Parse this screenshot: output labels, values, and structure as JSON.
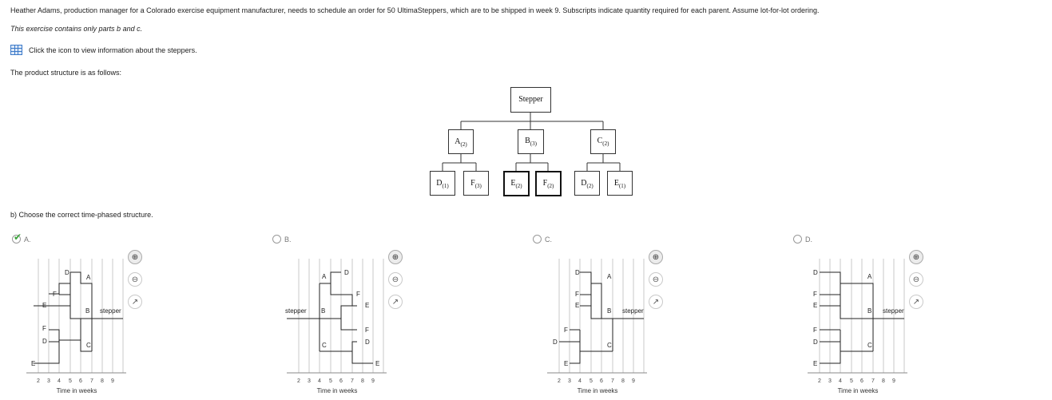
{
  "intro": "Heather Adams, production manager for a Colorado exercise equipment manufacturer, needs to schedule an order for 50 UltimaSteppers, which are to be shipped in week 9. Subscripts indicate quantity required for each parent. Assume lot-for-lot ordering.",
  "note": "This exercise contains only parts b and c.",
  "info_link": "Click the icon to view information about the steppers.",
  "structure_intro": "The product structure is as follows:",
  "question_b": "b) Choose the correct time-phased structure.",
  "tree": {
    "root": "Stepper",
    "level1": [
      {
        "name": "A",
        "qty": "(2)"
      },
      {
        "name": "B",
        "qty": "(3)"
      },
      {
        "name": "C",
        "qty": "(2)"
      }
    ],
    "level2": [
      {
        "name": "D",
        "qty": "(1)"
      },
      {
        "name": "F",
        "qty": "(3)"
      },
      {
        "name": "E",
        "qty": "(2)"
      },
      {
        "name": "F",
        "qty": "(2)"
      },
      {
        "name": "D",
        "qty": "(2)"
      },
      {
        "name": "E",
        "qty": "(1)"
      }
    ]
  },
  "options": [
    {
      "letter": "A.",
      "selected": true,
      "stepper": "stepper",
      "axis_title": "Time in weeks",
      "ticks": [
        "2",
        "3",
        "4",
        "5",
        "6",
        "7",
        "8",
        "9"
      ]
    },
    {
      "letter": "B.",
      "selected": false,
      "stepper": "stepper",
      "axis_title": "Time in weeks",
      "ticks": [
        "2",
        "3",
        "4",
        "5",
        "6",
        "7",
        "8",
        "9"
      ]
    },
    {
      "letter": "C.",
      "selected": false,
      "stepper": "stepper",
      "axis_title": "Time in weeks",
      "ticks": [
        "2",
        "3",
        "4",
        "5",
        "6",
        "7",
        "8",
        "9"
      ]
    },
    {
      "letter": "D.",
      "selected": false,
      "stepper": "stepper",
      "axis_title": "Time in weeks",
      "ticks": [
        "2",
        "3",
        "4",
        "5",
        "6",
        "7",
        "8",
        "9"
      ]
    }
  ],
  "diagram_labels": {
    "A": "A",
    "B": "B",
    "C": "C",
    "D": "D",
    "E": "E",
    "F": "F"
  },
  "icons": {
    "info": "grid-icon",
    "zoom_in": "zoom-in-icon",
    "zoom_out": "zoom-out-icon",
    "popout": "popout-icon",
    "check": "checkmark-icon"
  },
  "colors": {
    "accent": "#3b79c9",
    "check": "#3aa33a"
  }
}
